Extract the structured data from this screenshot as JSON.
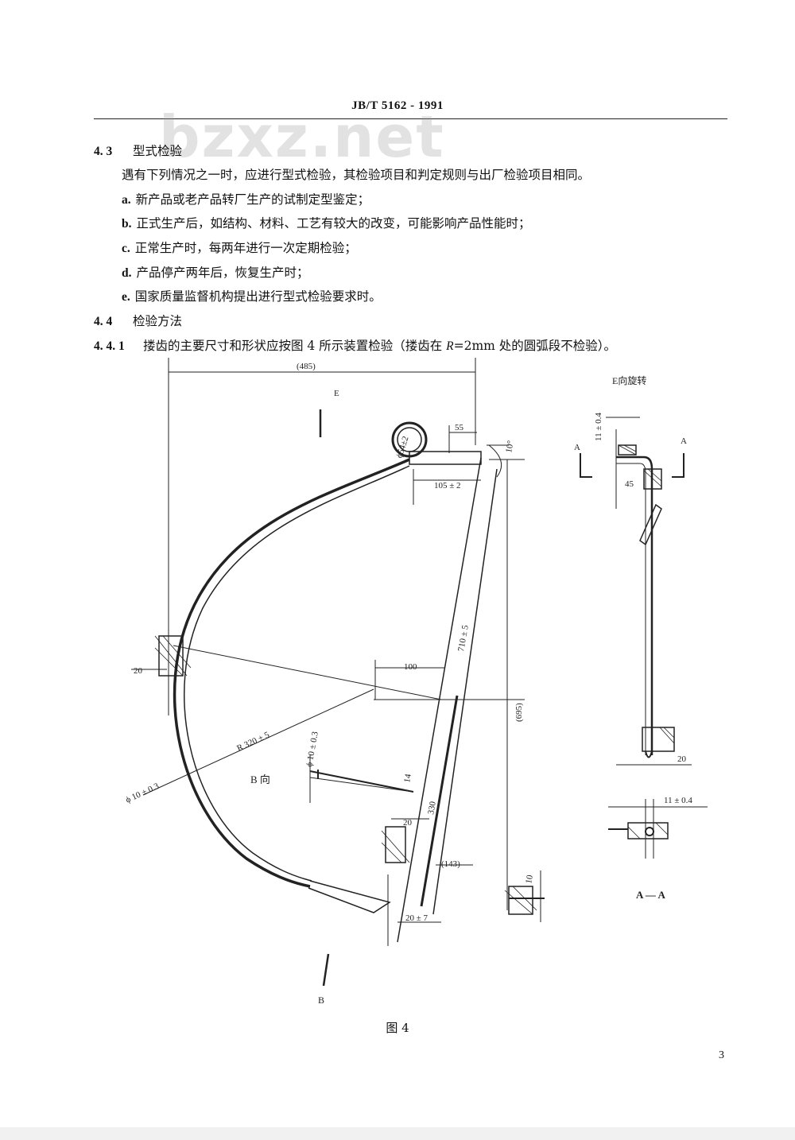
{
  "header": {
    "standard_no": "JB/T  5162 - 1991"
  },
  "watermark": "bzxz.net",
  "section_4_3": {
    "number": "4. 3",
    "title": "型式检验",
    "intro": "遇有下列情况之一时，应进行型式检验，其检验项目和判定规则与出厂检验项目相同。",
    "items": [
      {
        "letter": "a.",
        "text": "新产品或老产品转厂生产的试制定型鉴定；"
      },
      {
        "letter": "b.",
        "text": "正式生产后，如结构、材料、工艺有较大的改变，可能影响产品性能时；"
      },
      {
        "letter": "c.",
        "text": "正常生产时，每两年进行一次定期检验；"
      },
      {
        "letter": "d.",
        "text": "产品停产两年后，恢复生产时；"
      },
      {
        "letter": "e.",
        "text": "国家质量监督机构提出进行型式检验要求时。"
      }
    ]
  },
  "section_4_4": {
    "number": "4. 4",
    "title": "检验方法"
  },
  "section_4_4_1": {
    "number": "4. 4. 1",
    "text_before": "搂齿的主要尺寸和形状应按图 4 所示装置检验（搂齿在 ",
    "text_italic": "R",
    "text_after": "=2mm 处的圆弧段不检验）。"
  },
  "figure": {
    "caption": "图  4",
    "labels": {
      "dim_485": "(485)",
      "view_e": "E",
      "phi54": "ϕ54±2",
      "dim_55": "55",
      "dim_105": "105 ± 2",
      "dim_10_angle": "10°",
      "dim_710": "710 ± 5",
      "dim_100": "100",
      "dim_695": "(695)",
      "dim_20_left": "20",
      "r320": "R 320 ± 5",
      "phi10_a": "ϕ 10 ± 0.3",
      "phi10_b": "ϕ 10 ± 0.3",
      "view_b_dir": "B 向",
      "dim_14": "14",
      "dim_330": "330",
      "dim_20_mid": "20",
      "dim_143": "(143)",
      "dim_10_low": "10",
      "dim_20_7": "20 ± 7",
      "view_b": "B",
      "e_rotated": "E向旋转",
      "dim_11_top": "11 ± 0.4",
      "section_a_left": "A",
      "section_a_right": "A",
      "dim_45": "45",
      "dim_20_right": "20",
      "dim_11_bottom": "11 ± 0.4",
      "section_aa": "A — A"
    }
  },
  "page_number": "3"
}
